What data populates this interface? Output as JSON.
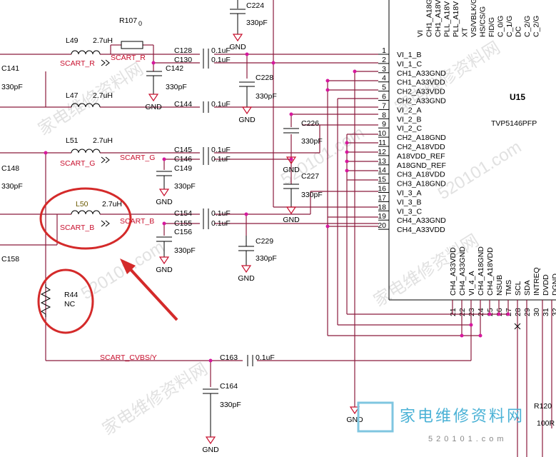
{
  "labels": {
    "r107": "R107",
    "r107_val": "0",
    "l49": "L49",
    "l49_val": "2.7uH",
    "scart_r": "SCART_R",
    "c128": "C128",
    "c128_val": "0.1uF",
    "c130": "C130",
    "c130_val": "0.1uF",
    "c142": "C142",
    "c142_val": "330pF",
    "c141": "C141",
    "c141_val": "330pF",
    "c224": "C224",
    "c224_val": "330pF",
    "c228": "C228",
    "c228_val": "330pF",
    "l47": "L47",
    "l47_val": "2.7uH",
    "c144": "C144",
    "c144_val": "0.1uF",
    "c226": "C226",
    "c226_val": "330pF",
    "c227": "C227",
    "c227_val": "330pF",
    "l51": "L51",
    "l51_val": "2.7uH",
    "scart_g": "SCART_G",
    "c145": "C145",
    "c145_val": "0.1uF",
    "c146": "C146",
    "c146_val": "0.1uF",
    "c148": "C148",
    "c148_val": "330pF",
    "c149": "C149",
    "c149_val": "330pF",
    "l50": "L50",
    "l50_val": "2.7uH",
    "scart_b": "SCART_B",
    "c154": "C154",
    "c154_val": "0.1uF",
    "c155": "C155",
    "c155_val": "0.1uF",
    "c156": "C156",
    "c156_val": "330pF",
    "c158": "C158",
    "c229": "C229",
    "c229_val": "330pF",
    "r44": "R44",
    "r44_val": "NC",
    "scart_cvbs": "SCART_CVBS/Y",
    "c163": "C163",
    "c163_val": "0.1uF",
    "c164": "C164",
    "c164_val": "330pF",
    "gnd": "GND",
    "u15": "U15",
    "u15_part": "TVP5146PFP",
    "r120": "R120",
    "r120_val": "100R",
    "top_pins": [
      "VI",
      "CH1_A18G",
      "CH1_A18V",
      "PLL_A18V",
      "PLL_A18V",
      "XT",
      "VS/VBLK/G",
      "HS/CS/G",
      "FID/G",
      "C_0/G",
      "C_1/G",
      "DC",
      "C_2/G",
      "C_2/G"
    ]
  },
  "left_pins": [
    {
      "num": "1",
      "name": "VI_1_B"
    },
    {
      "num": "2",
      "name": "VI_1_C"
    },
    {
      "num": "3",
      "name": "CH1_A33GND"
    },
    {
      "num": "4",
      "name": "CH1_A33VDD"
    },
    {
      "num": "5",
      "name": "CH2_A33VDD"
    },
    {
      "num": "6",
      "name": "CH2_A33GND"
    },
    {
      "num": "7",
      "name": "VI_2_A"
    },
    {
      "num": "8",
      "name": "VI_2_B"
    },
    {
      "num": "9",
      "name": "VI_2_C"
    },
    {
      "num": "10",
      "name": "CH2_A18GND"
    },
    {
      "num": "11",
      "name": "CH2_A18VDD"
    },
    {
      "num": "12",
      "name": "A18VDD_REF"
    },
    {
      "num": "13",
      "name": "A18GND_REF"
    },
    {
      "num": "14",
      "name": "CH3_A18VDD"
    },
    {
      "num": "15",
      "name": "CH3_A18GND"
    },
    {
      "num": "16",
      "name": "VI_3_A"
    },
    {
      "num": "17",
      "name": "VI_3_B"
    },
    {
      "num": "18",
      "name": "VI_3_C"
    },
    {
      "num": "19",
      "name": "CH4_A33GND"
    },
    {
      "num": "20",
      "name": "CH4_A33VDD"
    }
  ],
  "bottom_pins": [
    {
      "num": "21",
      "name": "CH4_A33VDD"
    },
    {
      "num": "22",
      "name": "CH4_A33GND"
    },
    {
      "num": "23",
      "name": "VI_4_A"
    },
    {
      "num": "24",
      "name": "CH4_A18GND"
    },
    {
      "num": "25",
      "name": "CH4_A18VDD"
    },
    {
      "num": "26",
      "name": "NSUB"
    },
    {
      "num": "27",
      "name": "TMS"
    },
    {
      "num": "28",
      "name": "SCL"
    },
    {
      "num": "29",
      "name": "SDA"
    },
    {
      "num": "30",
      "name": "INTREQ"
    },
    {
      "num": "31",
      "name": "DVDD"
    },
    {
      "num": "32",
      "name": "DGND"
    }
  ],
  "watermarks": {
    "site": "520101.com",
    "cn": "家电维修资料网",
    "logo_cn": "家电维修资料网",
    "logo_url": "520101.com"
  },
  "colors": {
    "wire": "#8b1a3c",
    "net_label": "#c8102e",
    "junction": "#d6189d",
    "annotation": "#d42a2a"
  }
}
